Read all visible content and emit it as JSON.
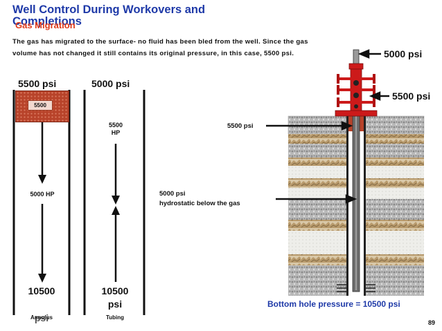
{
  "slide": {
    "title": "Well Control During Workovers and Completions",
    "subtitle": "Gas Migration",
    "description": "The gas has migrated to the surface- no fluid has been bled from the well. Since the gas volume has not changed it still contains its original pressure, in this case, 5500 psi.",
    "page_number": "89"
  },
  "annulus": {
    "top_pressure": "5500 psi",
    "gas_label": "5500",
    "mid_label": "5000 HP",
    "bottom_value": "10500",
    "bottom_unit": "psi",
    "caption": "Annulus"
  },
  "tubing": {
    "top_pressure": "5000 psi",
    "hp_value": "5500",
    "hp_unit": "HP",
    "bottom_value": "10500",
    "bottom_unit": "psi",
    "caption": "Tubing"
  },
  "wellbore": {
    "callout_gas": "5500 psi",
    "callout_hydro_line1": "5000 psi",
    "callout_hydro_line2": "hydrostatic below the gas",
    "wellhead_top": "5000 psi",
    "wellhead_side": "5500 psi",
    "bottom_hole": "Bottom hole pressure = 10500 psi"
  },
  "colors": {
    "title": "#1f3aa8",
    "subtitle": "#e03a1a",
    "gas": "#b8432a",
    "wellhead": "#cc1a1a"
  }
}
